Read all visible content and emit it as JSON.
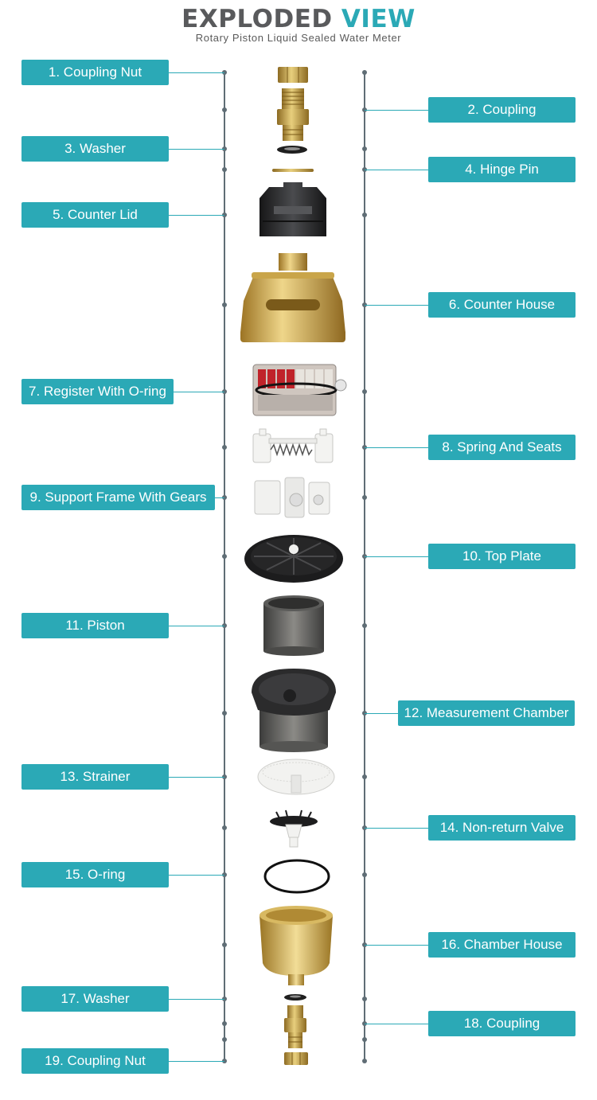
{
  "header": {
    "title_part1": "EXPLODED",
    "title_part2": "VIEW",
    "subtitle": "Rotary Piston Liquid Sealed Water Meter"
  },
  "colors": {
    "accent": "#2ba9b6",
    "title_dark": "#595a5c",
    "rail": "#5f6d75",
    "brass": "#c9a54a",
    "dark_plastic": "#2e2f31",
    "steel": "#6e6e6c"
  },
  "parts": [
    {
      "number": 1,
      "label": "1. Coupling Nut",
      "side": "left",
      "icon": "coupling-nut-icon"
    },
    {
      "number": 2,
      "label": "2. Coupling",
      "side": "right",
      "icon": "coupling-icon"
    },
    {
      "number": 3,
      "label": "3. Washer",
      "side": "left",
      "icon": "washer-icon"
    },
    {
      "number": 4,
      "label": "4. Hinge Pin",
      "side": "right",
      "icon": "hinge-pin-icon"
    },
    {
      "number": 5,
      "label": "5. Counter Lid",
      "side": "left",
      "icon": "counter-lid-icon"
    },
    {
      "number": 6,
      "label": "6. Counter House",
      "side": "right",
      "icon": "counter-house-icon"
    },
    {
      "number": 7,
      "label": "7. Register With O-ring",
      "side": "left",
      "icon": "register-icon"
    },
    {
      "number": 8,
      "label": "8. Spring And Seats",
      "side": "right",
      "icon": "spring-seats-icon"
    },
    {
      "number": 9,
      "label": "9. Support Frame With Gears",
      "side": "left",
      "icon": "support-frame-icon"
    },
    {
      "number": 10,
      "label": "10. Top Plate",
      "side": "right",
      "icon": "top-plate-icon"
    },
    {
      "number": 11,
      "label": "11. Piston",
      "side": "left",
      "icon": "piston-icon"
    },
    {
      "number": 12,
      "label": "12. Measurement Chamber",
      "side": "right",
      "icon": "measurement-chamber-icon"
    },
    {
      "number": 13,
      "label": "13. Strainer",
      "side": "left",
      "icon": "strainer-icon"
    },
    {
      "number": 14,
      "label": "14. Non-return Valve",
      "side": "right",
      "icon": "non-return-valve-icon"
    },
    {
      "number": 15,
      "label": "15. O-ring",
      "side": "left",
      "icon": "o-ring-icon"
    },
    {
      "number": 16,
      "label": "16. Chamber House",
      "side": "right",
      "icon": "chamber-house-icon"
    },
    {
      "number": 17,
      "label": "17. Washer",
      "side": "left",
      "icon": "washer-icon"
    },
    {
      "number": 18,
      "label": "18. Coupling",
      "side": "right",
      "icon": "coupling-icon"
    },
    {
      "number": 19,
      "label": "19. Coupling Nut",
      "side": "left",
      "icon": "coupling-nut-icon"
    }
  ]
}
